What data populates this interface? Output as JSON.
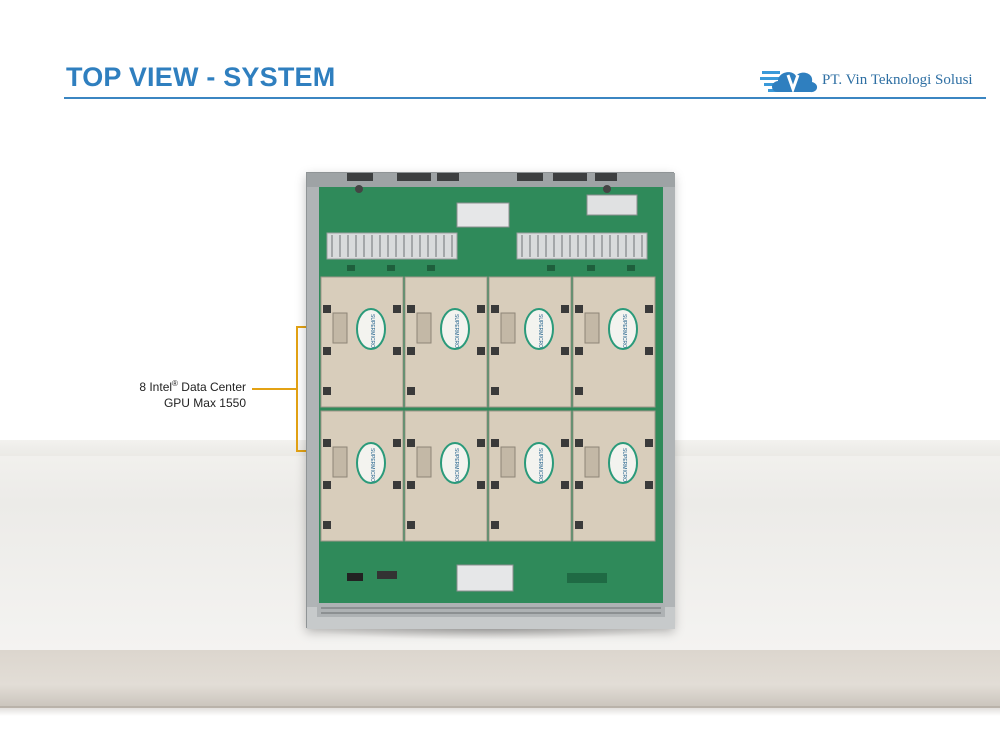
{
  "header": {
    "title": "TOP VIEW - SYSTEM",
    "company_name": "PT. Vin Teknologi Solusi",
    "logo_icon": "v-cloud-logo-icon",
    "accent_color": "#2f7fbf"
  },
  "annotation": {
    "line1_prefix": "8 Intel",
    "line1_sup": "®",
    "line1_suffix": " Data Center",
    "line2": "GPU Max 1550",
    "bracket_color": "#e3a214"
  },
  "modules": {
    "brand_label": "SUPERMICRO",
    "count": 8
  }
}
